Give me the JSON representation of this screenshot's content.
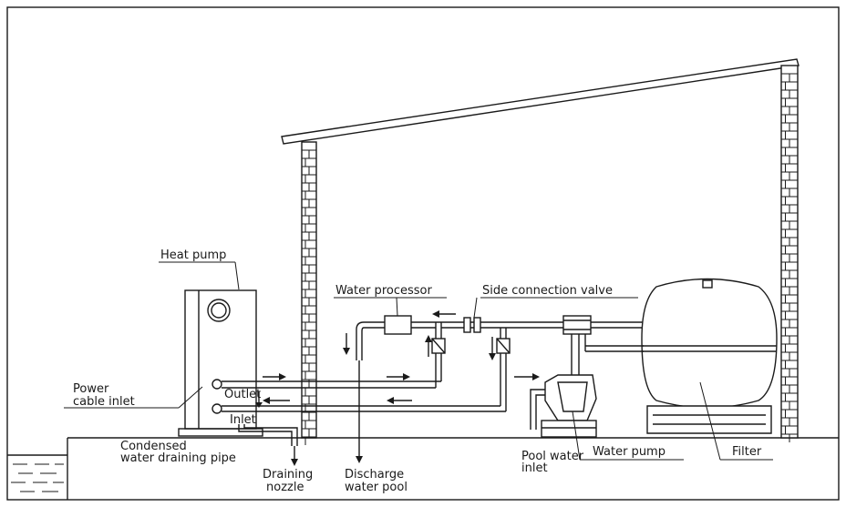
{
  "labels": {
    "heat_pump": "Heat pump",
    "water_processor": "Water processor",
    "side_connection_valve": "Side connection valve",
    "power_cable_inlet_1": "Power",
    "power_cable_inlet_2": "cable inlet",
    "outlet": "Outlet",
    "inlet": "Inlet",
    "condensed_1": "Condensed",
    "condensed_2": "water draining pipe",
    "draining_nozzle_1": "Draining",
    "draining_nozzle_2": "nozzle",
    "discharge_1": "Discharge",
    "discharge_2": "water pool",
    "pool_water_inlet_1": "Pool water",
    "pool_water_inlet_2": "inlet",
    "water_pump": "Water pump",
    "filter": "Filter"
  },
  "colors": {
    "line": "#1a1a1a",
    "background": "#ffffff"
  }
}
